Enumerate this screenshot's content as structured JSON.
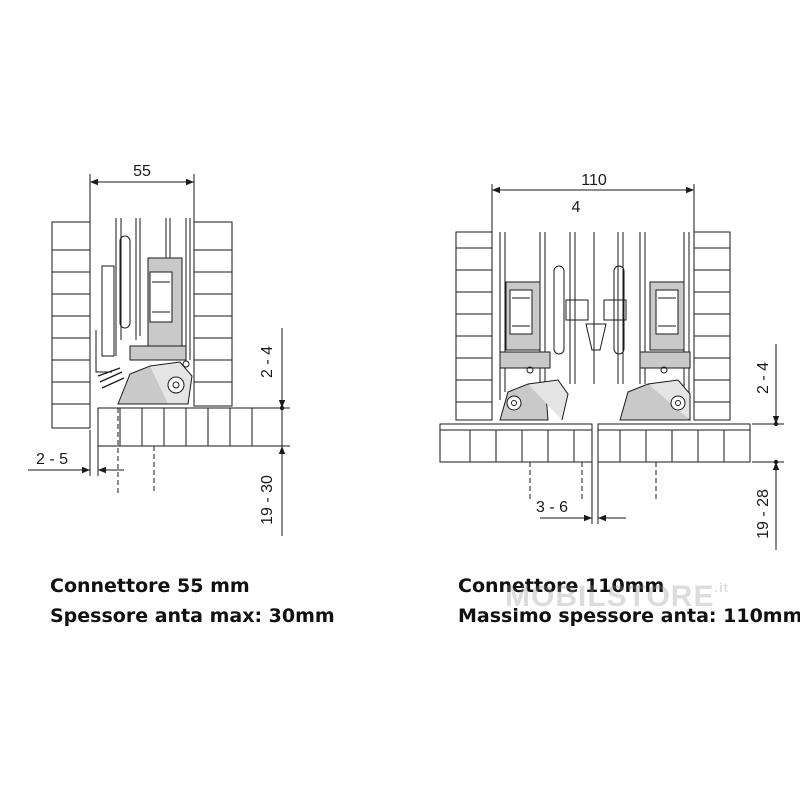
{
  "left_diagram": {
    "dim_width": "55",
    "dim_gap": "2 - 4",
    "dim_offset": "2 - 5",
    "dim_thickness": "19 - 30",
    "caption_line1": "Connettore 55 mm",
    "caption_line2": "Spessore anta max: 30mm"
  },
  "right_diagram": {
    "dim_width": "110",
    "dim_inner": "4",
    "dim_gap": "2 - 4",
    "dim_center_gap": "3 - 6",
    "dim_thickness": "19 - 28",
    "caption_line1": "Connettore 110mm",
    "caption_line2": "Massimo spessore anta: 110mm"
  },
  "watermark": {
    "brand": "MOBILSTORE",
    "suffix": ".it"
  },
  "colors": {
    "line": "#1a1a1a",
    "hardware_fill": "#c9c9c9",
    "background": "#ffffff"
  }
}
